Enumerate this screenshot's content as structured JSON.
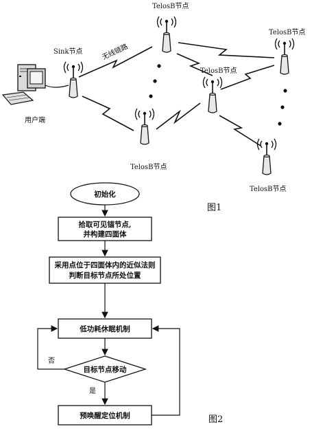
{
  "figure1": {
    "caption": "图1",
    "sink_label": "Sink节点",
    "wireless_label": "无线链路",
    "user_label": "用户端",
    "telos_labels": [
      "TelosB节点",
      "TelosB节点",
      "TelosB节点",
      "TelosB节点",
      "TelosB节点"
    ]
  },
  "figure2": {
    "caption": "图2",
    "start": "初始化",
    "step1_line1": "拾取可见锚节点,",
    "step1_line2": "并构建四面体",
    "step2_line1": "采用点位于四面体内的近似法则",
    "step2_line2": "判断目标节点所处位置",
    "step3": "低功耗休眠机制",
    "decision": "目标节点移动",
    "no_label": "否",
    "yes_label": "是",
    "step4": "预唤醒定位机制"
  }
}
